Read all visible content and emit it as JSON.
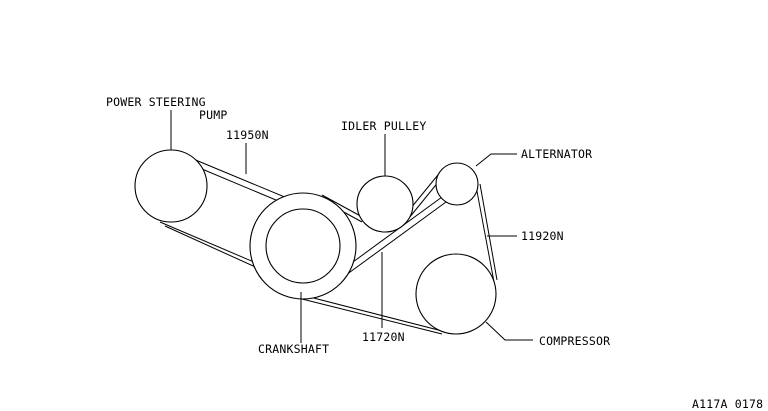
{
  "labels": {
    "power_steering_line1": "POWER STEERING",
    "power_steering_line2": "PUMP",
    "belt_11950n": "11950N",
    "idler_pulley": "IDLER PULLEY",
    "alternator": "ALTERNATOR",
    "belt_11920n": "11920N",
    "crankshaft": "CRANKSHAFT",
    "belt_11720n": "11720N",
    "compressor": "COMPRESSOR",
    "drawing_code": "A117A 0178"
  },
  "colors": {
    "line": "#000000",
    "background": "#ffffff"
  }
}
